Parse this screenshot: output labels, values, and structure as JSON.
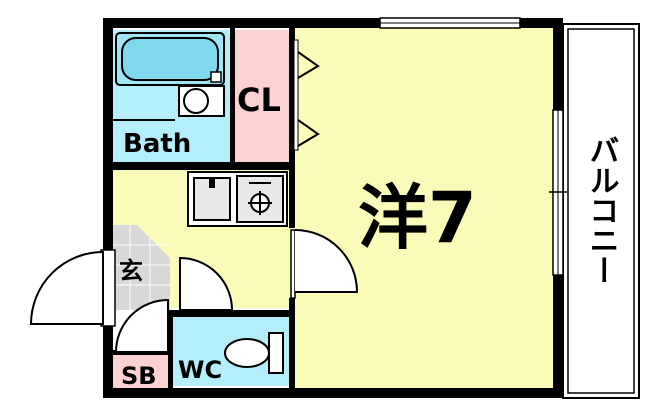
{
  "rooms": {
    "western": "洋7",
    "closet": "CL",
    "bath": "Bath",
    "entrance": "玄",
    "shoe_box": "SB",
    "toilet": "WC",
    "balcony": "バルコニー"
  },
  "colors": {
    "western_floor": "#fbfbb9",
    "wet_area": "#b3eefa",
    "closet": "#fbd1d1",
    "corridor": "#fbfbb9",
    "entrance_tile": "#d8d8d8",
    "wall": "#000000"
  }
}
